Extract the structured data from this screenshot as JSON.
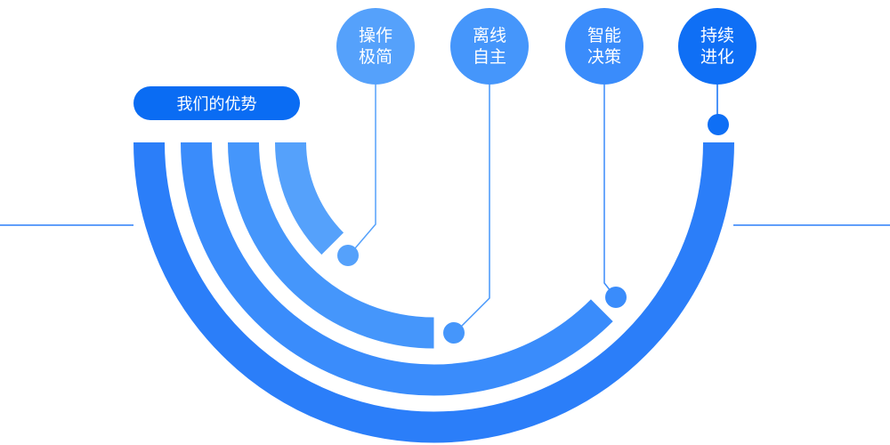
{
  "title": "我们的优势",
  "colors": {
    "accent": "#0a6cf3",
    "arc1": "#2b7ef9",
    "arc2": "#3a8cfb",
    "arc3": "#4596fb",
    "arc4": "#55a1fb"
  },
  "advantages": [
    {
      "line1": "操作",
      "line2": "极简"
    },
    {
      "line1": "离线",
      "line2": "自主"
    },
    {
      "line1": "智能",
      "line2": "决策"
    },
    {
      "line1": "持续",
      "line2": "进化"
    }
  ]
}
